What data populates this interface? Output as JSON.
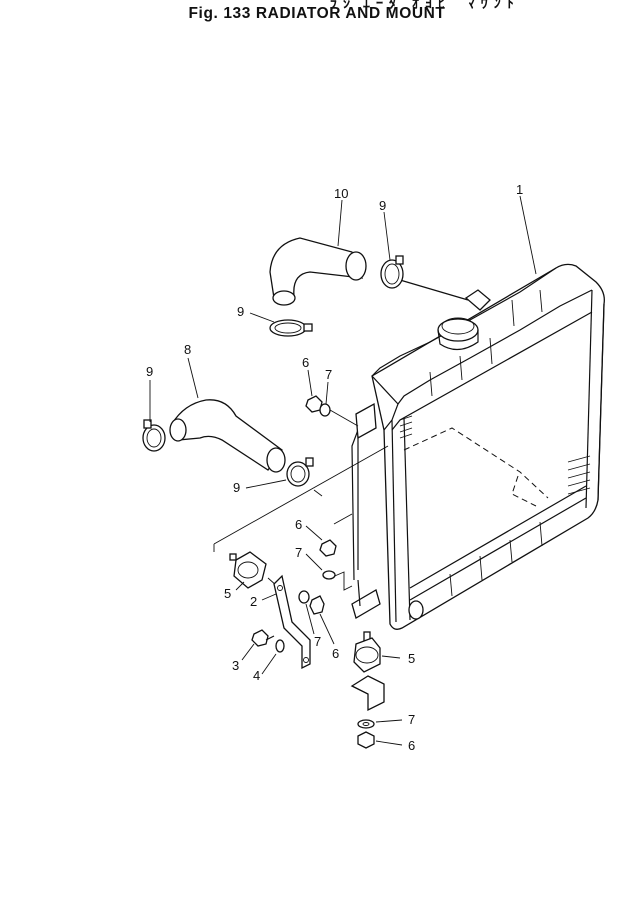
{
  "header": {
    "japanese_fragment": "ﾗｼﾞｴｰﾀ ｵﾖﾋﾞ ﾏｳﾝﾄ",
    "title": "Fig. 133 RADIATOR AND MOUNT"
  },
  "callouts": [
    {
      "id": "c1",
      "label": "1"
    },
    {
      "id": "c10",
      "label": "10"
    },
    {
      "id": "c9a",
      "label": "9"
    },
    {
      "id": "c9b",
      "label": "9"
    },
    {
      "id": "c8",
      "label": "8"
    },
    {
      "id": "c9c",
      "label": "9"
    },
    {
      "id": "c6a",
      "label": "6"
    },
    {
      "id": "c7a",
      "label": "7"
    },
    {
      "id": "c9d",
      "label": "9"
    },
    {
      "id": "c6b",
      "label": "6"
    },
    {
      "id": "c7b",
      "label": "7"
    },
    {
      "id": "c5a",
      "label": "5"
    },
    {
      "id": "c2",
      "label": "2"
    },
    {
      "id": "c7c",
      "label": "7"
    },
    {
      "id": "c6c",
      "label": "6"
    },
    {
      "id": "c3",
      "label": "3"
    },
    {
      "id": "c4",
      "label": "4"
    },
    {
      "id": "c5b",
      "label": "5"
    },
    {
      "id": "c7d",
      "label": "7"
    },
    {
      "id": "c6d",
      "label": "6"
    }
  ]
}
